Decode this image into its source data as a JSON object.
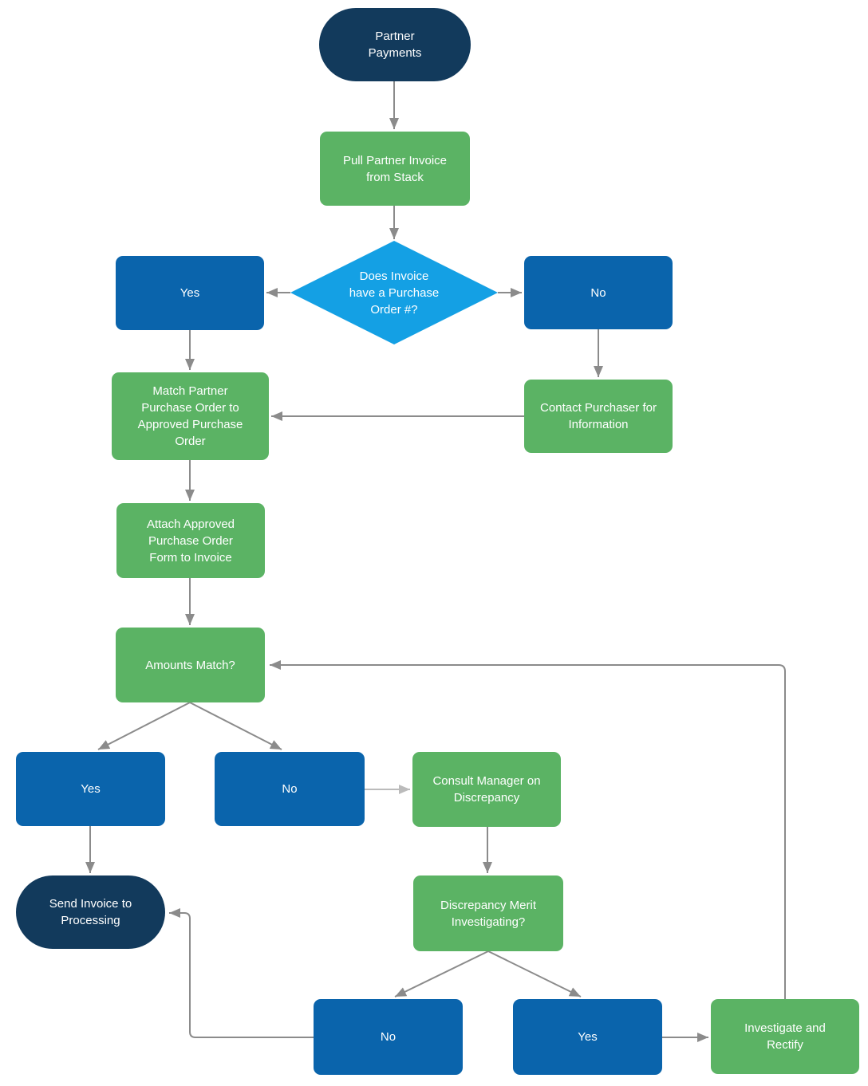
{
  "diagram": {
    "type": "flowchart",
    "title": "Partner Payments",
    "colors": {
      "navy": "#123A5C",
      "green": "#5BB364",
      "blue": "#0A64AC",
      "cyan": "#14A0E4",
      "arrow": "#8B8B8B",
      "arrow_light": "#BBBBBB",
      "label": "#FFFFFF",
      "background": "#FFFFFF"
    },
    "nodes": {
      "start": {
        "label": "Partner\nPayments",
        "shape": "terminator",
        "color": "navy"
      },
      "pull_invoice": {
        "label": "Pull Partner Invoice\nfrom Stack",
        "shape": "process",
        "color": "green"
      },
      "po_decision": {
        "label": "Does Invoice\nhave a Purchase\nOrder #?",
        "shape": "decision",
        "color": "cyan"
      },
      "po_yes": {
        "label": "Yes",
        "shape": "process",
        "color": "blue"
      },
      "po_no": {
        "label": "No",
        "shape": "process",
        "color": "blue"
      },
      "match_po": {
        "label": "Match Partner\nPurchase Order to\nApproved Purchase\nOrder",
        "shape": "process",
        "color": "green"
      },
      "contact_purchaser": {
        "label": "Contact Purchaser for\nInformation",
        "shape": "process",
        "color": "green"
      },
      "attach_po": {
        "label": "Attach Approved\nPurchase Order\nForm to Invoice",
        "shape": "process",
        "color": "green"
      },
      "amounts_match": {
        "label": "Amounts Match?",
        "shape": "process",
        "color": "green"
      },
      "amounts_yes": {
        "label": "Yes",
        "shape": "process",
        "color": "blue"
      },
      "amounts_no": {
        "label": "No",
        "shape": "process",
        "color": "blue"
      },
      "consult_manager": {
        "label": "Consult Manager on\nDiscrepancy",
        "shape": "process",
        "color": "green"
      },
      "send_invoice": {
        "label": "Send Invoice to\nProcessing",
        "shape": "terminator",
        "color": "navy"
      },
      "discrepancy_merit": {
        "label": "Discrepancy Merit\nInvestigating?",
        "shape": "process",
        "color": "green"
      },
      "merit_no": {
        "label": "No",
        "shape": "process",
        "color": "blue"
      },
      "merit_yes": {
        "label": "Yes",
        "shape": "process",
        "color": "blue"
      },
      "investigate": {
        "label": "Investigate and\nRectify",
        "shape": "process",
        "color": "green"
      }
    },
    "edges": [
      {
        "from": "start",
        "to": "pull_invoice"
      },
      {
        "from": "pull_invoice",
        "to": "po_decision"
      },
      {
        "from": "po_decision",
        "to": "po_yes"
      },
      {
        "from": "po_decision",
        "to": "po_no"
      },
      {
        "from": "po_yes",
        "to": "match_po"
      },
      {
        "from": "po_no",
        "to": "contact_purchaser"
      },
      {
        "from": "contact_purchaser",
        "to": "match_po"
      },
      {
        "from": "match_po",
        "to": "attach_po"
      },
      {
        "from": "attach_po",
        "to": "amounts_match"
      },
      {
        "from": "amounts_match",
        "to": "amounts_yes"
      },
      {
        "from": "amounts_match",
        "to": "amounts_no"
      },
      {
        "from": "amounts_no",
        "to": "consult_manager"
      },
      {
        "from": "amounts_yes",
        "to": "send_invoice"
      },
      {
        "from": "consult_manager",
        "to": "discrepancy_merit"
      },
      {
        "from": "discrepancy_merit",
        "to": "merit_no"
      },
      {
        "from": "discrepancy_merit",
        "to": "merit_yes"
      },
      {
        "from": "merit_no",
        "to": "send_invoice"
      },
      {
        "from": "merit_yes",
        "to": "investigate"
      },
      {
        "from": "investigate",
        "to": "amounts_match"
      }
    ]
  }
}
